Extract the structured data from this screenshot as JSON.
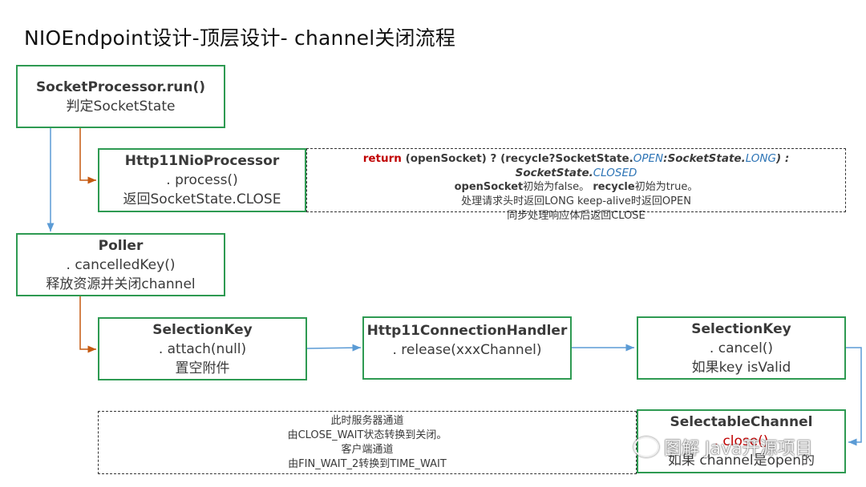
{
  "title": "NIOEndpoint设计-顶层设计- channel关闭流程",
  "boxes": {
    "socket_processor": {
      "bold": "SocketProcessor.run()",
      "line1": "判定SocketState"
    },
    "http11_processor": {
      "bold": "Http11NioProcessor",
      "line1": ". process()",
      "line2": "返回SocketState.CLOSE"
    },
    "poller": {
      "bold": "Poller",
      "line1": ". cancelledKey()",
      "line2": "释放资源并关闭channel"
    },
    "selection_key_1": {
      "bold": "SelectionKey",
      "line1": ". attach(null)",
      "line2": "置空附件"
    },
    "connection_handler": {
      "bold": "Http11ConnectionHandler",
      "line1": ". release(xxxChannel)"
    },
    "selection_key_2": {
      "bold": "SelectionKey",
      "line1": ". cancel()",
      "line2": "如果key isValid"
    },
    "selectable_channel": {
      "bold": "SelectableChannel",
      "line1": ". close()",
      "line2": "如果 channel是open的"
    }
  },
  "note_return": {
    "return_kw": "return",
    "part1": " (openSocket) ? (",
    "recycle": "recycle",
    "q": "?",
    "ss1": "SocketState.",
    "open": "OPEN",
    "colon": ":",
    "ss2": "SocketState.",
    "long": "LONG",
    "close_paren": ") : ",
    "ss3": "SocketState.",
    "closed": "CLOSED",
    "l2a": "openSocket",
    "l2b": "初始为false。 ",
    "l2c": "recycle",
    "l2d": "初始为true。",
    "l3": "处理请求头时返回LONG keep-alive时返回OPEN",
    "l4": "同步处理响应体后返回CLOSE"
  },
  "note_close": {
    "l1": "此时服务器通道",
    "l2": "由CLOSE_WAIT状态转换到关闭。",
    "l3": "客户端通道",
    "l4": "由FIN_WAIT_2转换到TIME_WAIT"
  },
  "watermark": "图解 Java开源项目",
  "colors": {
    "box_border": "#2e9a52",
    "arrow_blue": "#5b9bd5",
    "arrow_orange": "#c55a11",
    "keyword_red": "#c00000",
    "keyword_blue": "#2e75b6"
  }
}
